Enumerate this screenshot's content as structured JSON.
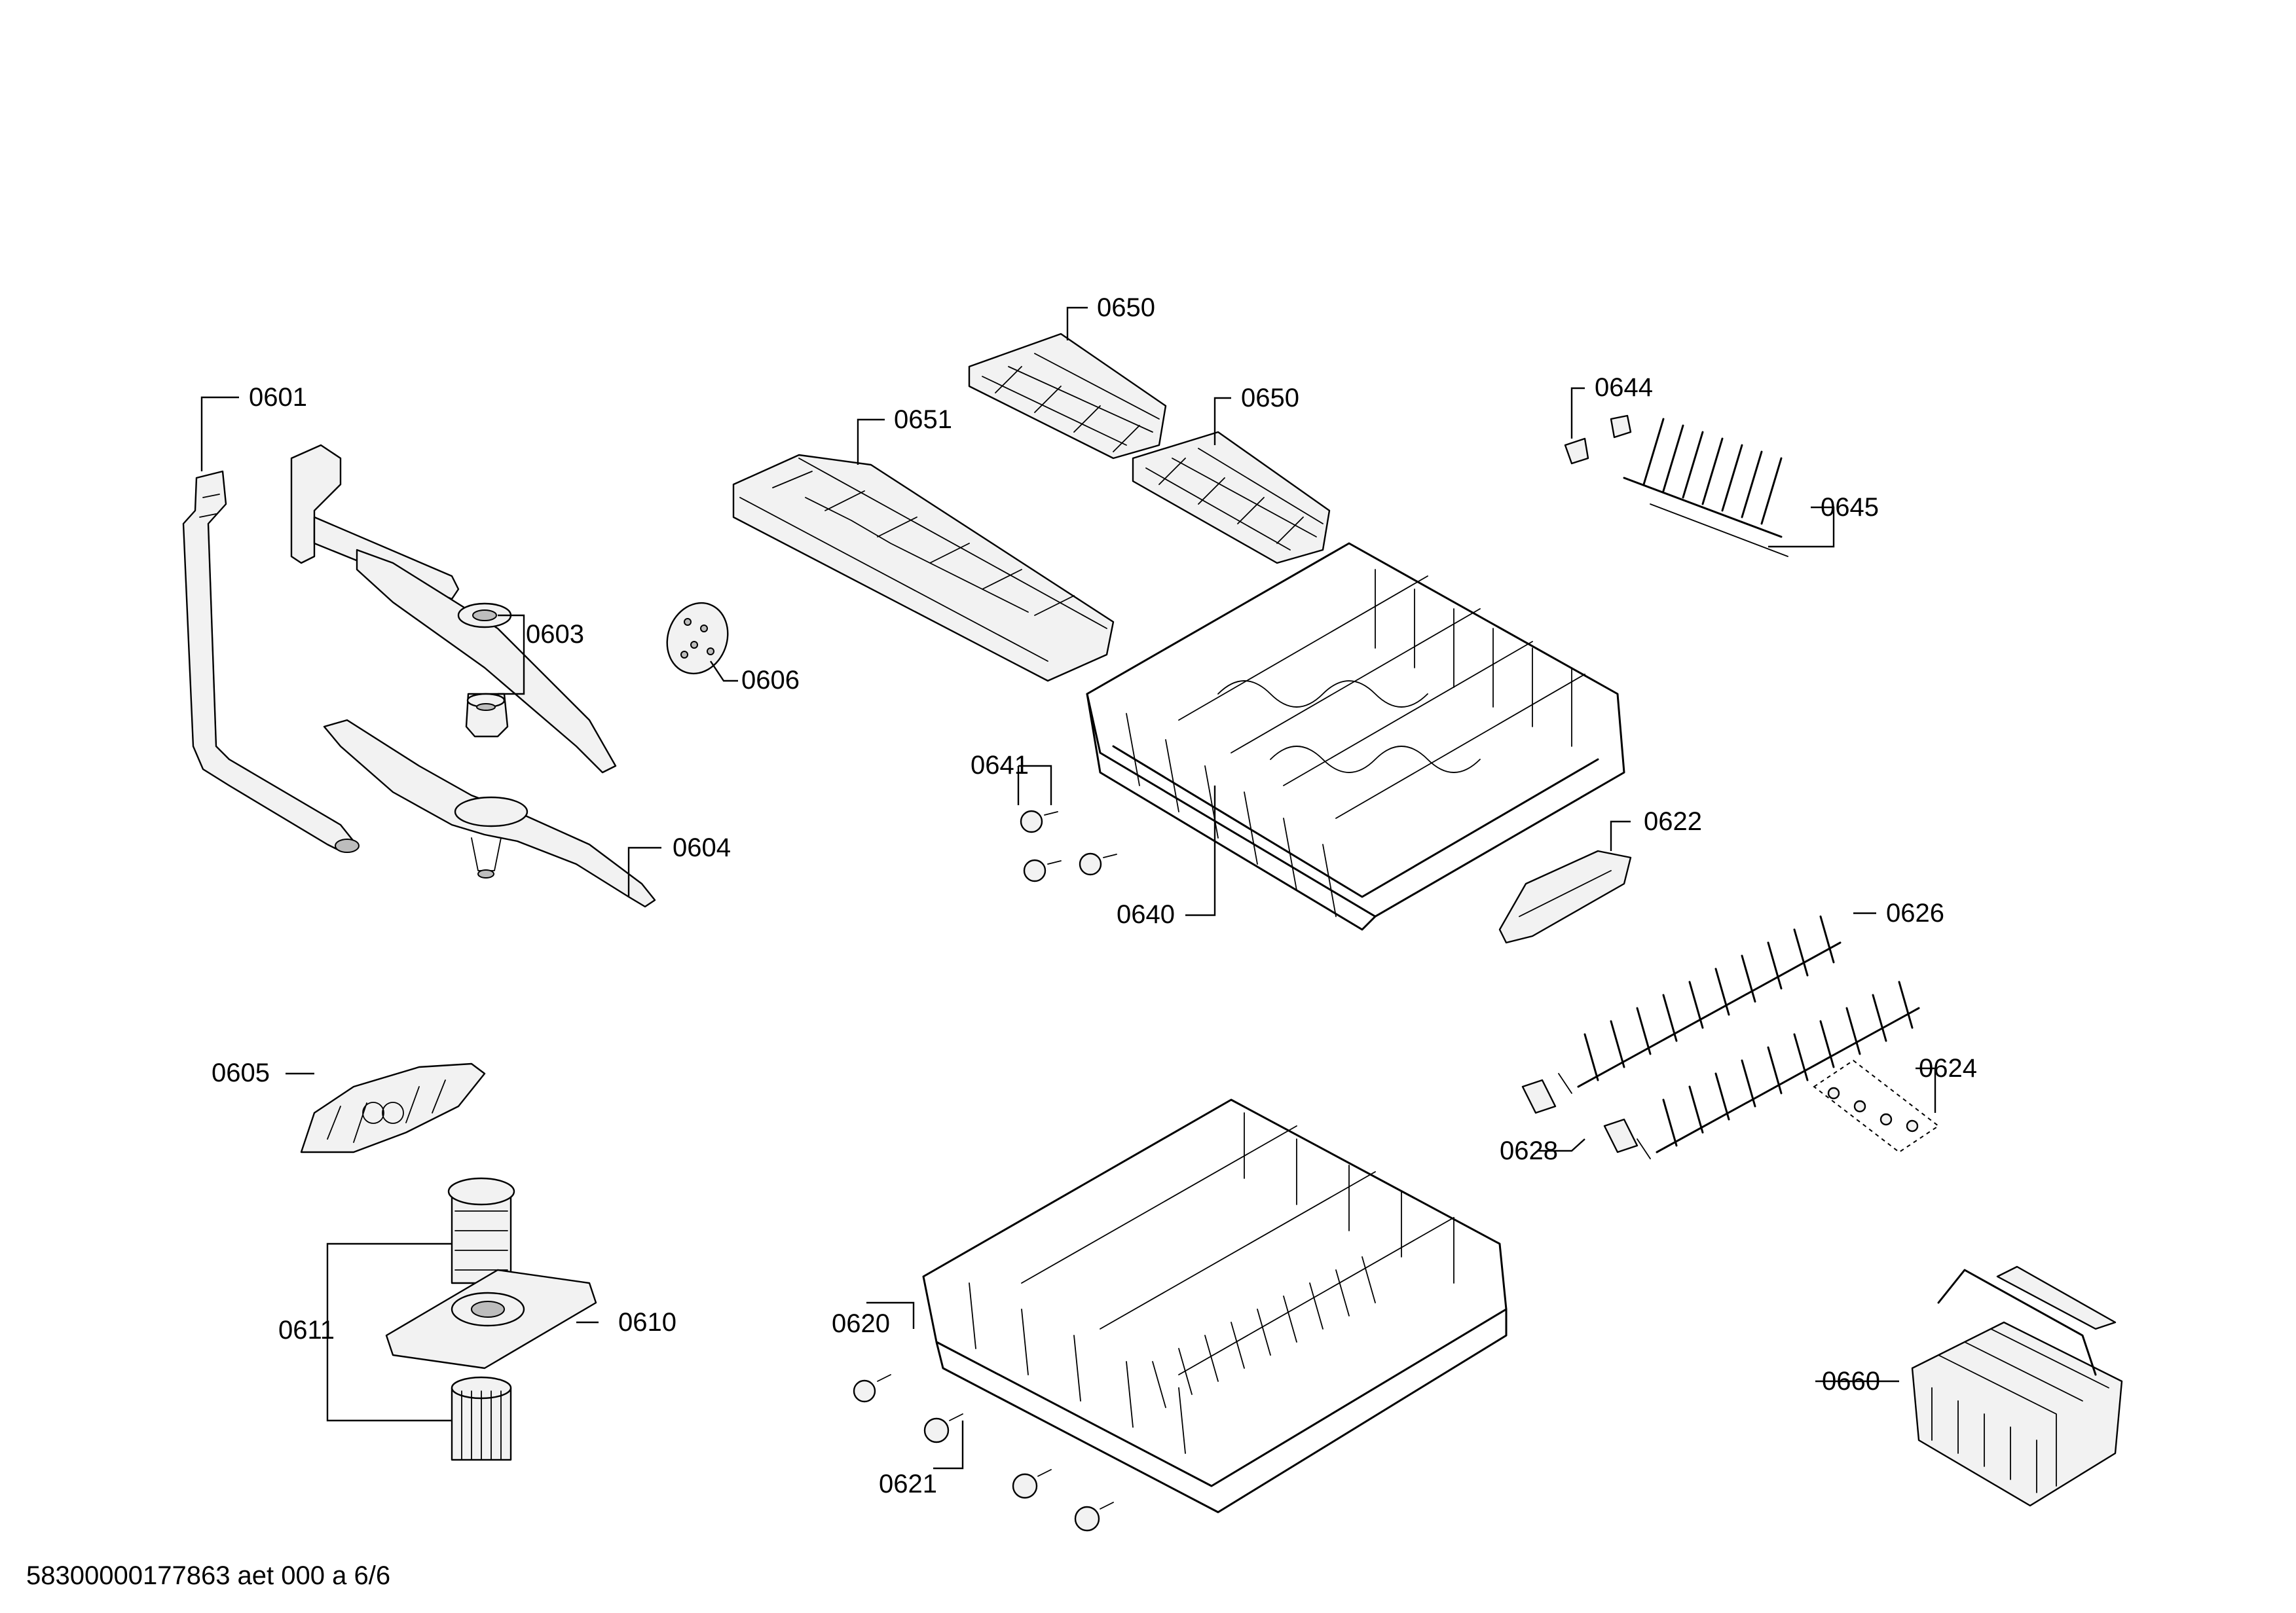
{
  "diagram": {
    "labels": {
      "p0601": "0601",
      "p0603": "0603",
      "p0604": "0604",
      "p0605": "0605",
      "p0606": "0606",
      "p0610": "0610",
      "p0611": "0611",
      "p0620": "0620",
      "p0621": "0621",
      "p0622": "0622",
      "p0624": "0624",
      "p0626": "0626",
      "p0628": "0628",
      "p0640": "0640",
      "p0641": "0641",
      "p0644": "0644",
      "p0645": "0645",
      "p0650a": "0650",
      "p0650b": "0650",
      "p0651": "0651",
      "p0660": "0660"
    },
    "footer": "58300000177863 aet 000 a 6/6"
  }
}
